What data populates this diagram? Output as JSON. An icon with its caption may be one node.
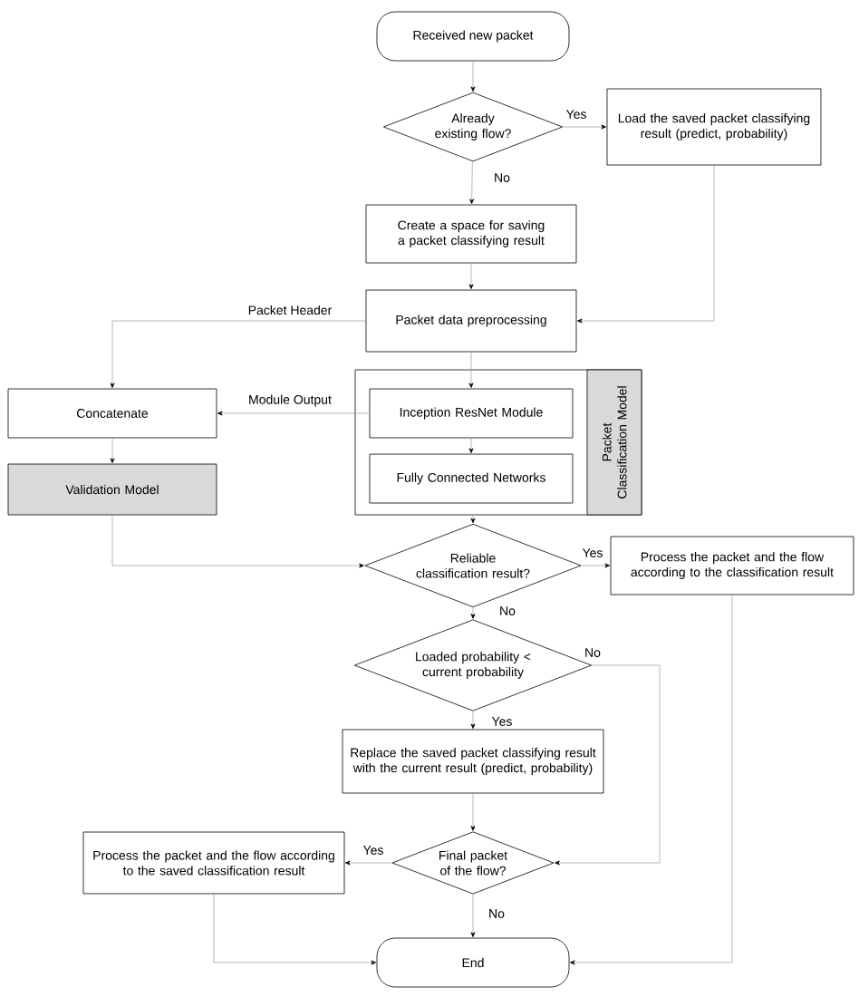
{
  "diagram": {
    "nodes": [
      {
        "text": [
          "Received new packet"
        ]
      },
      {
        "text": [
          "Already existing flow?"
        ]
      },
      {
        "text": [
          "Load the saved packet classifying result (predict, probability)"
        ]
      },
      {
        "text": [
          "Create a space for saving a packet classifying result"
        ]
      },
      {
        "text": [
          "Packet data preprocessing"
        ]
      },
      {
        "text": [
          "Packet Classification Model"
        ]
      },
      {
        "text": [
          "Inception ResNet Module"
        ],
        "in": 5
      },
      {
        "text": [
          "Fully Connected Networks"
        ],
        "in": 5
      },
      {
        "text": [
          "Concatenate"
        ]
      },
      {
        "text": [
          "Validation Model"
        ]
      },
      {
        "text": [
          "Reliable classification result?"
        ]
      },
      {
        "text": [
          "Process the packet and the flow according to the classification result"
        ]
      },
      {
        "text": [
          "Loaded probability < current probability"
        ]
      },
      {
        "text": [
          "Replace the saved packet classifying result with the current result (predict, probability)"
        ]
      },
      {
        "text": [
          "Final packet of the flow?"
        ]
      },
      {
        "text": [
          "Process the packet and the flow according to the saved classification result"
        ]
      },
      {
        "text": [
          "End"
        ]
      }
    ],
    "edges": [
      {
        "from": 0,
        "to": 1,
        "arrow": "to"
      },
      {
        "from": 1,
        "to": 2,
        "arrow": "to",
        "label": "Yes"
      },
      {
        "from": 1,
        "to": 3,
        "arrow": "to",
        "label": "No"
      },
      {
        "from": 3,
        "to": 4,
        "arrow": "to"
      },
      {
        "from": 2,
        "to": 4,
        "arrow": "to"
      },
      {
        "from": 4,
        "to": 8,
        "arrow": "to",
        "label": "Packet Header"
      },
      {
        "from": 4,
        "to": 6,
        "arrow": "to"
      },
      {
        "from": 6,
        "to": 8,
        "arrow": "to",
        "label": "Module Output"
      },
      {
        "from": 6,
        "to": 7,
        "arrow": "to"
      },
      {
        "from": 8,
        "to": 9,
        "arrow": "to"
      },
      {
        "from": 5,
        "to": 10,
        "arrow": "to"
      },
      {
        "from": 9,
        "to": 10,
        "arrow": "to"
      },
      {
        "from": 10,
        "to": 11,
        "arrow": "to",
        "label": "Yes"
      },
      {
        "from": 10,
        "to": 12,
        "arrow": "to",
        "label": "No"
      },
      {
        "from": 12,
        "to": 13,
        "arrow": "to",
        "label": "Yes"
      },
      {
        "from": 12,
        "to": 14,
        "arrow": "to",
        "label": "No"
      },
      {
        "from": 13,
        "to": 14,
        "arrow": "to"
      },
      {
        "from": 14,
        "to": 15,
        "arrow": "to",
        "label": "Yes"
      },
      {
        "from": 14,
        "to": 16,
        "arrow": "to",
        "label": "No"
      },
      {
        "from": 15,
        "to": 16,
        "arrow": "to"
      },
      {
        "from": 11,
        "to": 16,
        "arrow": "to"
      }
    ]
  }
}
